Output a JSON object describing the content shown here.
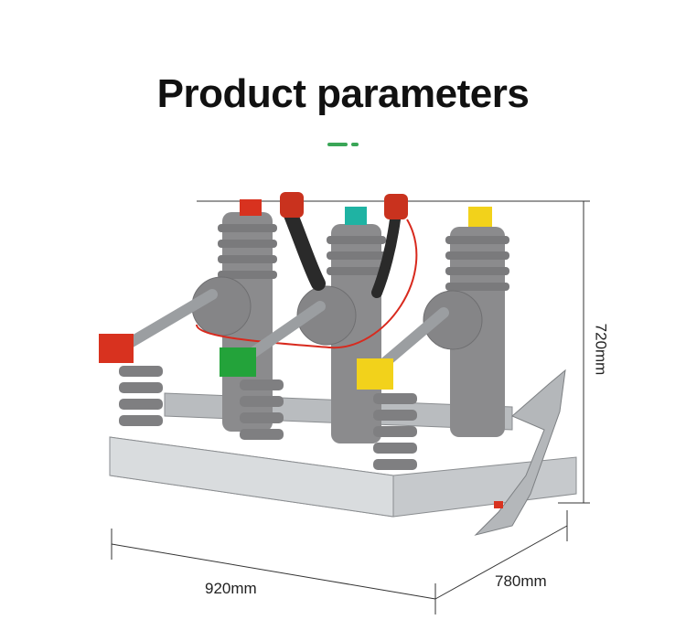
{
  "title": "Product parameters",
  "dimensions": {
    "width": "920mm",
    "depth": "780mm",
    "height": "720mm"
  },
  "colors": {
    "accent": "#3aa657",
    "phase_red": "#d8321f",
    "phase_green": "#23a33a",
    "phase_yellow": "#f2d21b",
    "phase_teal": "#1fb3a3",
    "porcelain": "#8b8b8d",
    "steel": "#c9cccf"
  },
  "icons": [
    "dimension-line",
    "circuit-breaker-product"
  ]
}
